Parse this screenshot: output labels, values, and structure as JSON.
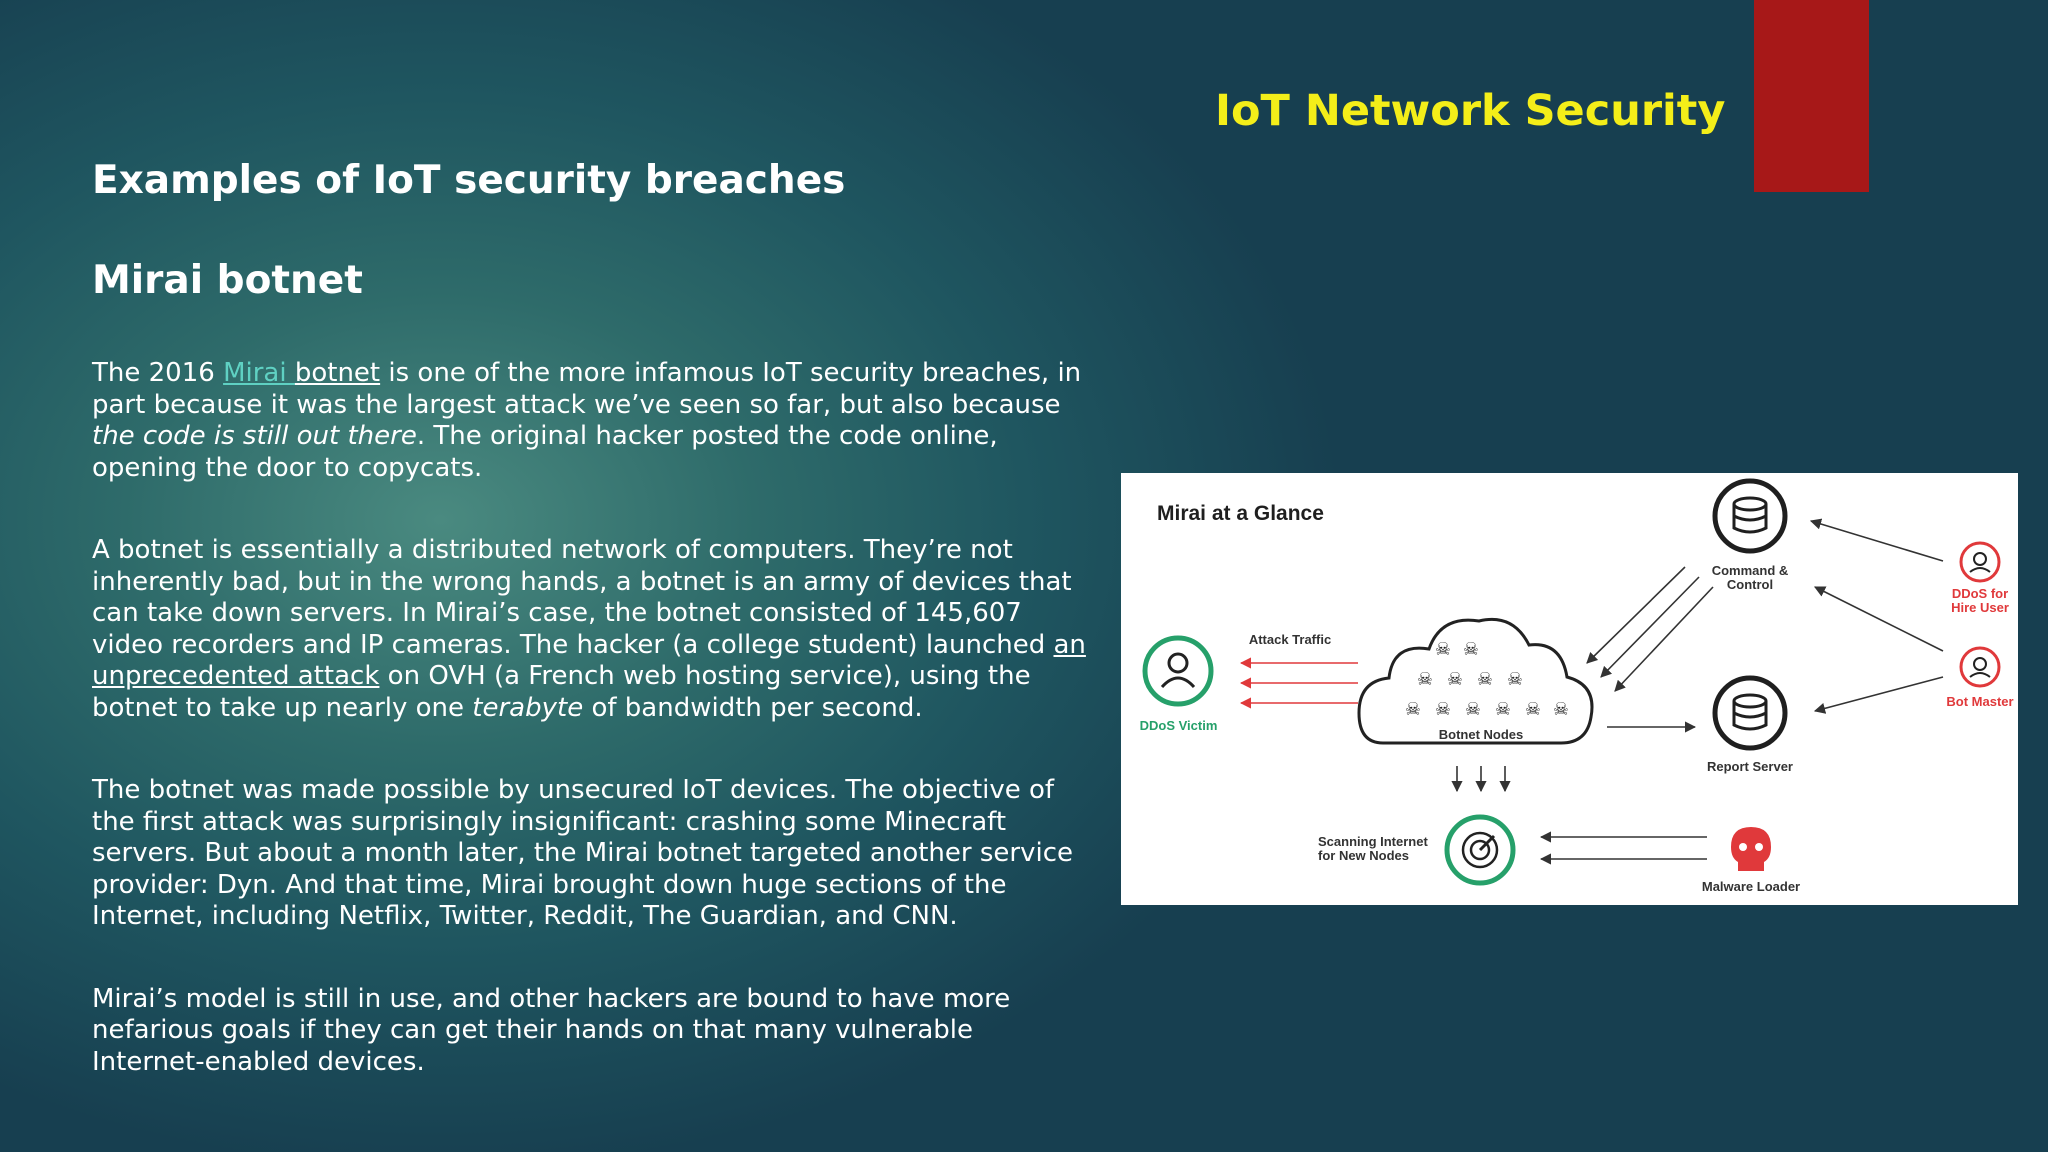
{
  "slide": {
    "title": "IoT Network Security",
    "heading": "Examples of IoT security breaches",
    "subheading": "Mirai botnet",
    "accent_red": "#a71818",
    "title_yellow": "#f4ee19"
  },
  "paragraphs": {
    "p1": {
      "t1": "The 2016 ",
      "link1": "Mirai ",
      "link2": "botnet",
      "t2": " is one of the more infamous IoT security breaches, in part because it was the largest attack we’ve seen so far, but also because ",
      "em": "the code is still out there",
      "t3": ". The original hacker posted the code online, opening the door to copycats."
    },
    "p2": {
      "t1": "A botnet is essentially a distributed network of computers. They’re not inherently bad, but in the wrong hands, a botnet is an army of devices that can take down servers. In Mirai’s case, the botnet consisted of 145,607 video recorders and IP cameras. The hacker (a college student) launched ",
      "link": "an unprecedented attack",
      "t2": " on OVH (a French web hosting service), using the botnet to take up nearly one ",
      "em": "terabyte",
      "t3": " of bandwidth per second."
    },
    "p3": "The botnet was made possible by unsecured IoT devices. The objective of the first attack was surprisingly insignificant: crashing some Minecraft servers. But about a month later, the Mirai botnet targeted another service provider: Dyn. And that time, Mirai brought down huge sections of the Internet, including Netflix, Twitter, Reddit, The Guardian, and CNN.",
    "p4": "Mirai’s model is still in use, and other hackers are bound to have more nefarious goals if they can get their hands on that many vulnerable Internet-enabled devices."
  },
  "diagram": {
    "title": "Mirai at a Glance",
    "ddos_victim": "DDoS Victim",
    "attack_traffic": "Attack Traffic",
    "botnet_nodes": "Botnet Nodes",
    "command_control_1": "Command &",
    "command_control_2": "Control",
    "report_server": "Report Server",
    "ddos_hire_1": "DDoS for",
    "ddos_hire_2": "Hire User",
    "bot_master": "Bot Master",
    "scanning_1": "Scanning Internet",
    "scanning_2": "for New Nodes",
    "malware_loader": "Malware Loader",
    "colors": {
      "red": "#e0393b",
      "green": "#26a06a",
      "dark": "#1f1f1f"
    },
    "icons": [
      "user-icon",
      "database-icon",
      "skull-icon",
      "radar-icon",
      "cloud-icon",
      "hacker-icon"
    ]
  }
}
